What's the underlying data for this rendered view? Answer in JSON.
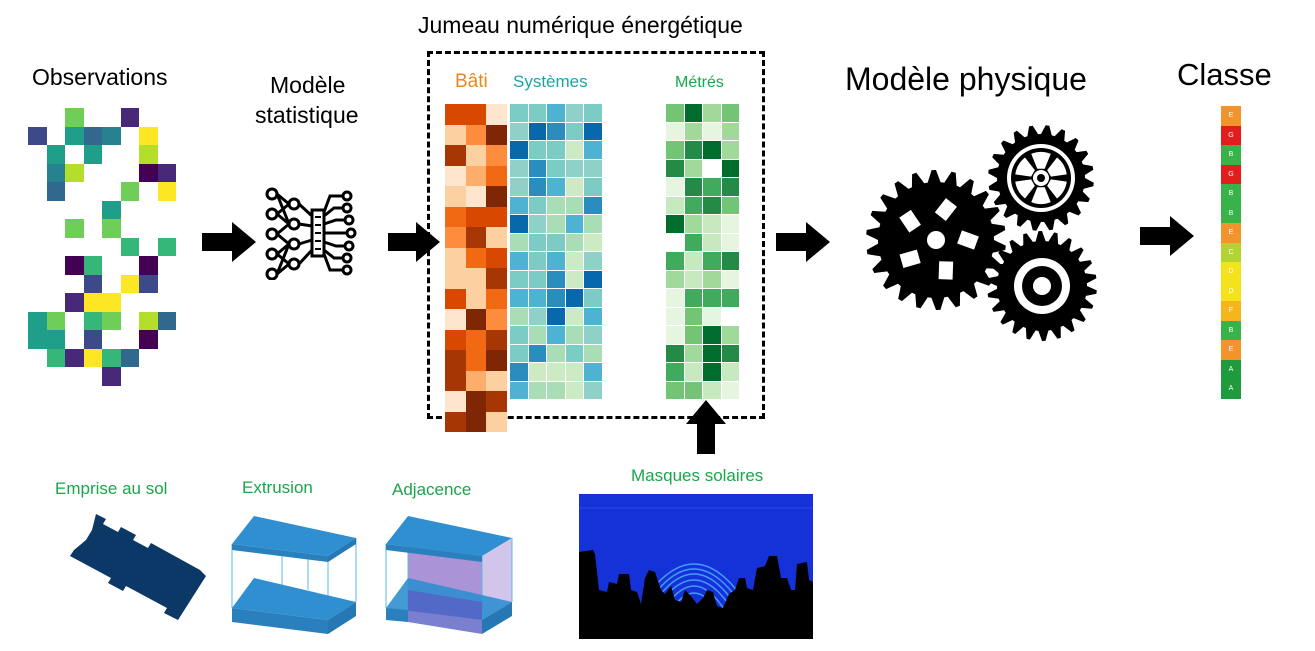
{
  "labels": {
    "observations": "Observations",
    "modele_statistique_line1": "Modèle",
    "modele_statistique_line2": "statistique",
    "jumeau": "Jumeau numérique énergétique",
    "bati": "Bâti",
    "systemes": "Systèmes",
    "metres": "Métrés",
    "modele_physique": "Modèle physique",
    "classe": "Classe",
    "emprise": "Emprise au sol",
    "extrusion": "Extrusion",
    "adjacence": "Adjacence",
    "masques": "Masques solaires"
  },
  "colors": {
    "orange_label": "#e8891e",
    "teal_label": "#1aa6a0",
    "green_label": "#1aa64a",
    "navy_shape": "#0b3866",
    "blue_block": "#2f8fd0",
    "sky": "#1432d8"
  },
  "classes": [
    "E",
    "G",
    "B",
    "G",
    "B",
    "B",
    "E",
    "C",
    "D",
    "D",
    "F",
    "B",
    "E",
    "A",
    "A"
  ],
  "class_colors": {
    "A": "#1f9a3c",
    "B": "#37b34a",
    "C": "#b3d334",
    "D": "#f4e21a",
    "E": "#f2932c",
    "F": "#f6b51d",
    "G": "#e11d1d"
  },
  "icons": [
    "neural-network-icon",
    "gears-icon",
    "arrow-right-icon",
    "arrow-up-icon"
  ]
}
